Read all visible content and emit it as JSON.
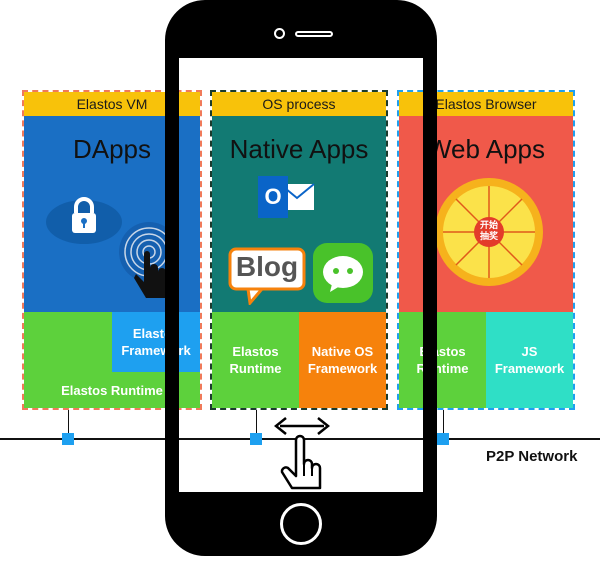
{
  "panels": {
    "left": {
      "title": "Elastos VM",
      "heading": "DApps",
      "framework": "Elastos\nFramework",
      "runtime": "Elastos Runtime"
    },
    "middle": {
      "title": "OS process",
      "heading": "Native Apps",
      "blog_label": "Blog",
      "outlook_letter": "O",
      "runtime": "Elastos\nRuntime",
      "framework": "Native OS\nFramework"
    },
    "right": {
      "title": "Elastos Browser",
      "heading": "Web Apps",
      "wheel_label": "开始\n抽奖",
      "runtime": "Elastos\nRuntime",
      "framework": "JS\nFramework"
    }
  },
  "network": {
    "label": "P2P Network"
  },
  "colors": {
    "title_bar": "#f8c20a",
    "dapps_bg": "#1a6fc4",
    "native_bg": "#127a73",
    "web_bg": "#f0594a",
    "runtime_green": "#5dd13c",
    "framework_blue": "#1ea0f0",
    "framework_orange": "#f6820c",
    "framework_teal": "#2fdfc6",
    "phone": "#000000"
  },
  "icons": [
    "lock-cloud-icon",
    "fingerprint-touch-icon",
    "outlook-icon",
    "blog-icon",
    "wechat-icon",
    "prize-wheel-icon",
    "drag-hand-icon",
    "swipe-arrows-icon"
  ]
}
